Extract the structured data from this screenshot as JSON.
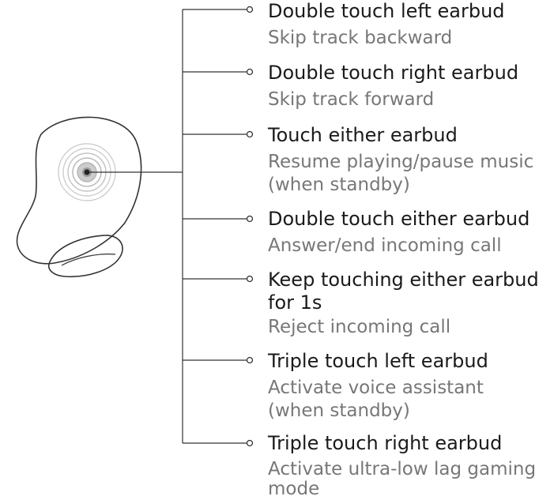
{
  "controls": [
    {
      "gesture": "Double touch left earbud",
      "action": [
        "Skip track backward"
      ]
    },
    {
      "gesture": "Double touch right earbud",
      "action": [
        "Skip track forward"
      ]
    },
    {
      "gesture": "Touch either earbud",
      "action": [
        "Resume playing/pause music",
        "(when standby)"
      ]
    },
    {
      "gesture": "Double touch either earbud",
      "action": [
        "Answer/end incoming call"
      ]
    },
    {
      "gesture": [
        "Keep touching either earbud",
        "for 1s"
      ],
      "action": [
        "Reject incoming call"
      ]
    },
    {
      "gesture": "Triple touch left earbud",
      "action": [
        "Activate voice assistant",
        "(when standby)"
      ]
    },
    {
      "gesture": "Triple touch right earbud",
      "action": [
        "Activate ultra-low lag gaming",
        "mode"
      ]
    }
  ],
  "colors": {
    "line": "#333333",
    "gesture_text": "#1a1a1a",
    "action_text": "#777777"
  },
  "icons": [
    "earbud-icon",
    "fingerprint-touch-icon",
    "bullet-dot-icon"
  ]
}
